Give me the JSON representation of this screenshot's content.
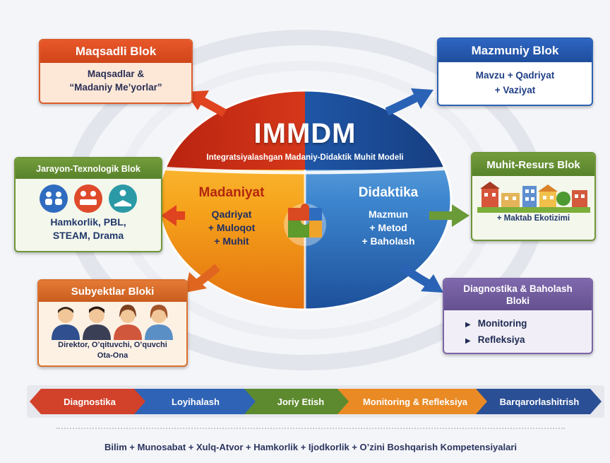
{
  "center": {
    "title": "IMMDM",
    "subtitle": "Integratsiyalashgan Madaniy-Didaktik Muhit Modeli",
    "left_heading": "Madaniyat",
    "left_items": [
      "Qadriyat",
      "+ Muloqot",
      "+ Muhit"
    ],
    "right_heading": "Didaktika",
    "right_items": [
      "Mazmun",
      "+ Metod",
      "+ Baholash"
    ]
  },
  "blocks": {
    "maqsadli": {
      "title": "Maqsadli Blok",
      "lines": [
        "Maqsadlar &",
        "“Madaniy Me’yorlar”"
      ]
    },
    "mazmuniy": {
      "title": "Mazmuniy Blok",
      "lines": [
        "Mavzu + Qadriyat",
        "+ Vaziyat"
      ]
    },
    "jarayon": {
      "title": "Jarayon-Texnologik Blok",
      "lines": [
        "Hamkorlik, PBL,",
        "STEAM, Drama"
      ]
    },
    "muhit": {
      "title": "Muhit-Resurs Blok",
      "lines": [
        "+ Maktab Ekotizimi"
      ]
    },
    "subyekt": {
      "title": "Subyektlar Bloki",
      "lines": [
        "Direktor, O’qituvchi, O’quvchi",
        "Ota-Ona"
      ]
    },
    "diagnostika": {
      "title_lines": [
        "Diagnostika & Baholash",
        "Bloki"
      ],
      "items": [
        "Monitoring",
        "Refleksiya"
      ]
    }
  },
  "stages": [
    "Diagnostika",
    "Loyihalash",
    "Joriy Etish",
    "Monitoring & Refleksiya",
    "Barqarorlashitrish"
  ],
  "footer": "Bilim + Munosabat + Xulq-Atvor + Hamkorlik + Ijodkorlik + O’zini Boshqarish Kompetensiyalari",
  "colors": {
    "orange": "#e8572a",
    "blue": "#2e66c2",
    "green": "#6f9538",
    "purple": "#7b66a6",
    "stage_red": "#d2412a",
    "stage_blue": "#2f63b6",
    "stage_green": "#5d8a2e",
    "stage_orange": "#ea8a24",
    "stage_navy": "#2a4f95"
  },
  "icons": [
    "collaboration-icon",
    "teamwork-icon",
    "student-reading-icon",
    "buildings-icon",
    "people-icon",
    "puzzle-icon"
  ]
}
